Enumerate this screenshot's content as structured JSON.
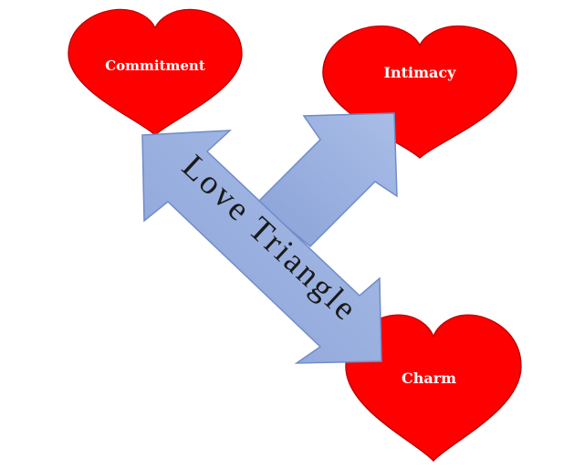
{
  "diagram": {
    "center_label": "Love Triangle",
    "nodes": [
      {
        "id": "commitment",
        "label": "Commitment"
      },
      {
        "id": "intimacy",
        "label": "Intimacy"
      },
      {
        "id": "charm",
        "label": "Charm"
      }
    ],
    "colors": {
      "heart_fill": "#ff0000",
      "heart_stroke": "#c00000",
      "arrow_fill_start": "#8aa2d8",
      "arrow_fill_end": "#a9bde6",
      "arrow_stroke": "#6f8cc9",
      "label_color": "#ffffff"
    }
  }
}
